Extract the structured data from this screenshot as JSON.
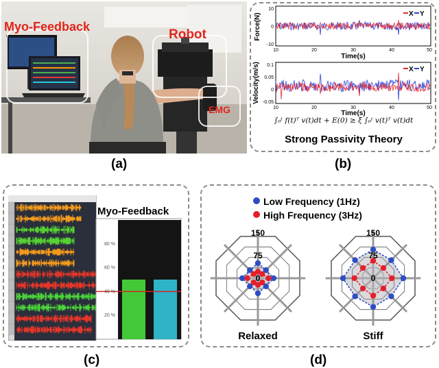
{
  "captions": {
    "a": "(a)",
    "b": "(b)",
    "c": "(c)",
    "d": "(d)"
  },
  "panel_a": {
    "labels": {
      "myo_feedback": "Myo-Feedback",
      "robot": "Robot",
      "emg": "EMG"
    },
    "colors": {
      "label_red": "#e1251b"
    }
  },
  "panel_b": {
    "force_ylabel": "Force(N)",
    "velocity_ylabel": "Velocity(m/s)",
    "xlabel": "Time(s)",
    "force_yticks": [
      "10",
      "0",
      "-10"
    ],
    "velocity_yticks": [
      "0.1",
      "0.05",
      "0",
      "-0.05"
    ],
    "xticks": [
      "10",
      "20",
      "30",
      "40",
      "50",
      "10",
      "20",
      "30",
      "40",
      "50"
    ],
    "legend": {
      "x": "X",
      "y": "Y"
    },
    "equation": "∫₀ᵗ f(t)ᵀ v(t)dt + E(0) ≥ ξ ∫₀ᵗ v(t)ᵀ v(t)dt",
    "title": "Strong Passivity Theory",
    "colors": {
      "x": "#e8262b",
      "y": "#2a3fd6"
    }
  },
  "panel_c": {
    "title": "Myo-Feedback",
    "yticks": [
      "80 %",
      "60 %",
      "40 %",
      "20 %"
    ],
    "colors": {
      "bar1": "#43c938",
      "bar2": "#2fb3c7",
      "threshold": "#d62222"
    }
  },
  "panel_d": {
    "legend_low": "Low Frequency (1Hz)",
    "legend_high": "High Frequency (3Hz)",
    "relaxed_label": "Relaxed",
    "stiff_label": "Stiff",
    "radial_ticks": [
      "150",
      "75",
      "0"
    ],
    "colors": {
      "low": "#2d4ec3",
      "high": "#e5202a"
    }
  },
  "chart_data": [
    {
      "type": "line",
      "panel": "b-top",
      "ylabel": "Force(N)",
      "xlabel": "Time(s)",
      "xlim": [
        10,
        50
      ],
      "ylim": [
        -10,
        10
      ],
      "series": [
        {
          "name": "X"
        },
        {
          "name": "Y"
        }
      ]
    },
    {
      "type": "line",
      "panel": "b-bottom",
      "ylabel": "Velocity(m/s)",
      "xlabel": "Time(s)",
      "xlim": [
        10,
        50
      ],
      "ylim": [
        -0.05,
        0.1
      ],
      "series": [
        {
          "name": "X"
        },
        {
          "name": "Y"
        }
      ]
    },
    {
      "type": "bar",
      "panel": "c",
      "title": "Myo-Feedback",
      "ylim": [
        0,
        100
      ],
      "values": [
        50,
        50
      ],
      "threshold": 40
    },
    {
      "type": "radar",
      "panel": "d-relaxed",
      "title": "Relaxed",
      "rlim": [
        0,
        150
      ],
      "series": [
        {
          "name": "Low Frequency (1Hz)",
          "values": [
            50,
            38,
            52,
            38,
            50,
            38,
            52,
            38
          ]
        },
        {
          "name": "High Frequency (3Hz)",
          "values": [
            22,
            20,
            35,
            20,
            22,
            20,
            35,
            20
          ]
        }
      ]
    },
    {
      "type": "radar",
      "panel": "d-stiff",
      "title": "Stiff",
      "rlim": [
        0,
        150
      ],
      "series": [
        {
          "name": "Low Frequency (1Hz)",
          "values": [
            95,
            85,
            100,
            85,
            95,
            85,
            100,
            85
          ]
        },
        {
          "name": "High Frequency (3Hz)",
          "values": [
            58,
            48,
            62,
            48,
            58,
            48,
            62,
            48
          ]
        }
      ]
    }
  ]
}
